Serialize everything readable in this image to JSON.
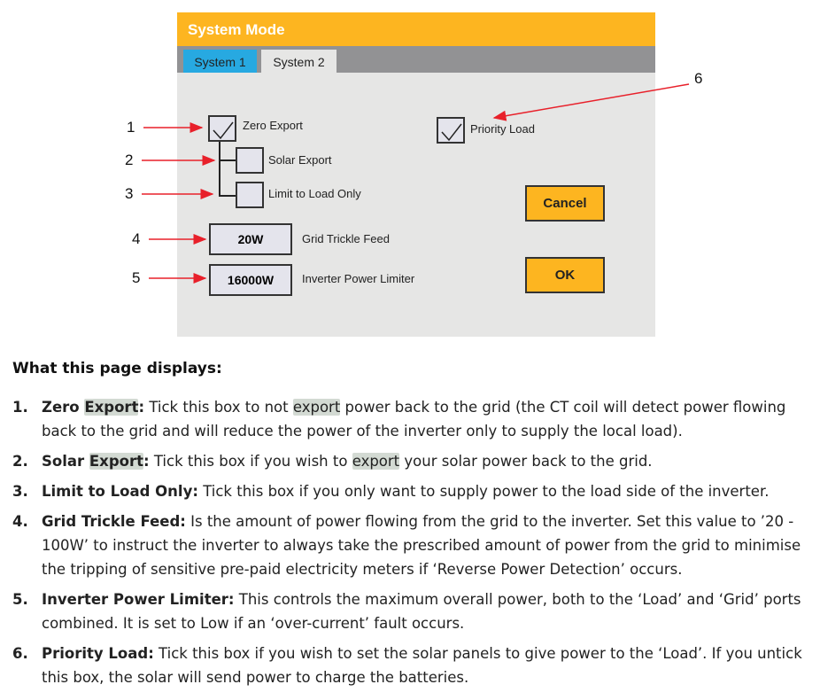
{
  "dialog": {
    "title": "System Mode",
    "tabs": [
      "System 1",
      "System 2"
    ],
    "zero_export": {
      "label": "Zero Export",
      "checked": true
    },
    "solar_export": {
      "label": "Solar Export",
      "checked": false
    },
    "limit_to_load": {
      "label": "Limit to Load Only",
      "checked": false
    },
    "priority_load": {
      "label": "Priority Load",
      "checked": true
    },
    "grid_trickle_feed": {
      "label": "Grid Trickle Feed",
      "value": "20W"
    },
    "inverter_power_limiter": {
      "label": "Inverter Power Limiter",
      "value": "16000W"
    },
    "cancel": "Cancel",
    "ok": "OK"
  },
  "annotations": [
    "1",
    "2",
    "3",
    "4",
    "5",
    "6"
  ],
  "colors": {
    "header": "#fdb520",
    "tab_active": "#27a9e1",
    "arrow": "#e8202a"
  },
  "heading": "What this page displays:",
  "items": [
    {
      "n": "1.",
      "segs": [
        {
          "t": "Zero ",
          "b": 1
        },
        {
          "t": "Export",
          "b": 1,
          "hl": 1
        },
        {
          "t": ":",
          "b": 1
        },
        {
          "t": " Tick this box to not "
        },
        {
          "t": "export",
          "hl": 1
        },
        {
          "t": " power back to the grid (the CT coil will detect power flowing"
        },
        {
          "br": 1
        },
        {
          "t": "back to the grid and will reduce the power of the inverter only to supply the local load)."
        }
      ]
    },
    {
      "n": "2.",
      "segs": [
        {
          "t": "Solar ",
          "b": 1
        },
        {
          "t": "Export",
          "b": 1,
          "hl": 1
        },
        {
          "t": ":",
          "b": 1
        },
        {
          "t": " Tick this box if you wish to "
        },
        {
          "t": "export",
          "hl": 1
        },
        {
          "t": " your solar power back to the grid."
        }
      ]
    },
    {
      "n": "3.",
      "segs": [
        {
          "t": "Limit to Load Only:",
          "b": 1
        },
        {
          "t": " Tick this box if you only want to supply power to the load side of the inverter."
        }
      ]
    },
    {
      "n": "4.",
      "segs": [
        {
          "t": "Grid Trickle Feed:",
          "b": 1
        },
        {
          "t": " Is the amount of power flowing from the grid to the inverter. Set this value to ’20 -"
        },
        {
          "br": 1
        },
        {
          "t": "100W’ to instruct the inverter to always take the prescribed amount of power from the grid to minimise"
        },
        {
          "br": 1
        },
        {
          "t": "the tripping of sensitive pre-paid electricity meters if ‘Reverse Power Detection’ occurs."
        }
      ]
    },
    {
      "n": "5.",
      "segs": [
        {
          "t": "Inverter Power Limiter:",
          "b": 1
        },
        {
          "t": " This controls the maximum overall power, both to the ‘Load’ and ‘Grid’ ports"
        },
        {
          "br": 1
        },
        {
          "t": "combined. It is set to Low if an ‘over-current’ fault occurs."
        }
      ]
    },
    {
      "n": "6.",
      "segs": [
        {
          "t": "Priority Load:",
          "b": 1
        },
        {
          "t": " Tick this box if you wish to set the solar panels to give power to the ‘Load’. If you untick"
        },
        {
          "br": 1
        },
        {
          "t": "this box, the solar will send power to charge the batteries."
        }
      ]
    }
  ]
}
